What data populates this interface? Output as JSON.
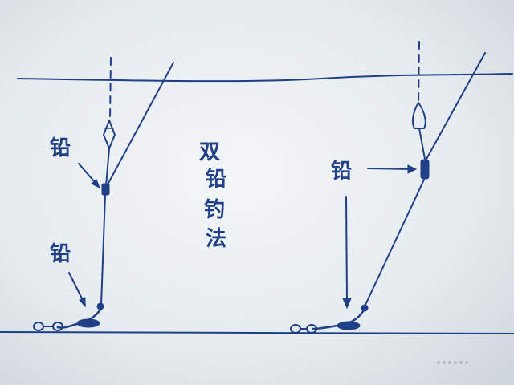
{
  "diagram": {
    "title_chars": [
      "双",
      "铅",
      "钓",
      "法"
    ],
    "left_rig": {
      "upper_label": "铅",
      "lower_label": "铅"
    },
    "right_rig": {
      "label": "铅"
    },
    "ink_color": "#1f3f86"
  }
}
